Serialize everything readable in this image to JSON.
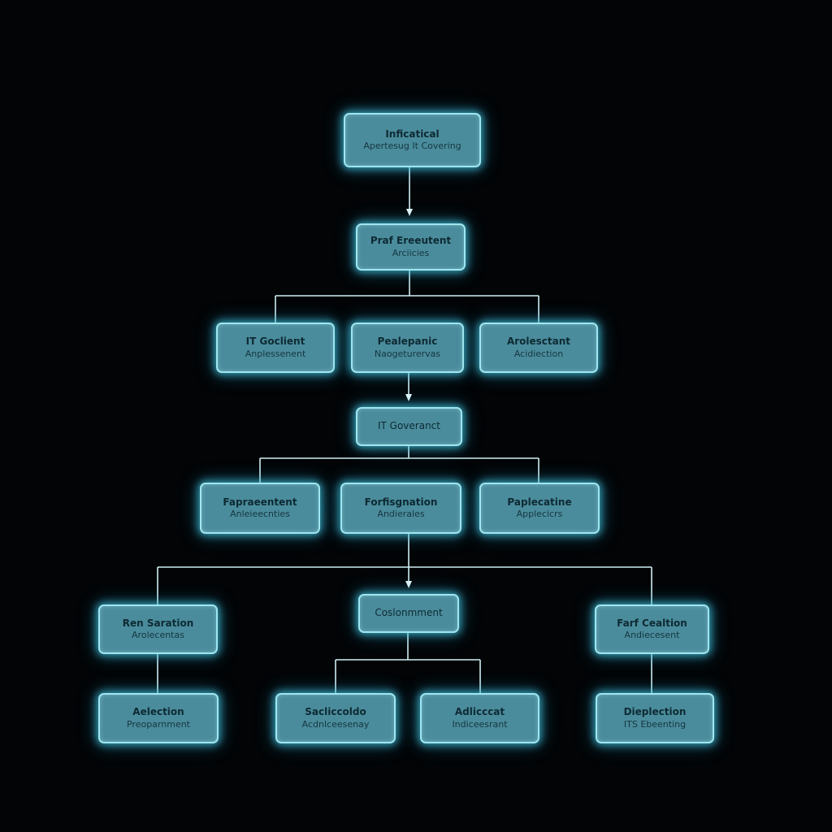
{
  "diagram": {
    "colors": {
      "background": "#020406",
      "node_fill": "#4a8c9c",
      "node_border": "#9fe6f0",
      "glow": "#46c8e6",
      "connector": "#cfeff4",
      "text": "#0e2a33"
    },
    "nodes": {
      "root": {
        "line1": "Inficatical",
        "line2": "Apertesug It Covering"
      },
      "level2": {
        "line1": "Praf Ereeutent",
        "line2": "Arciicies"
      },
      "l3_left": {
        "line1": "IT Goclient",
        "line2": "Anplessenent"
      },
      "l3_mid": {
        "line1": "Pealepanic",
        "line2": "Naogeturervas"
      },
      "l3_right": {
        "line1": "Arolesctant",
        "line2": "Acidiection"
      },
      "governance": {
        "line1": "IT Goveranct"
      },
      "l5_left": {
        "line1": "Fapraeentent",
        "line2": "Anleieecnties"
      },
      "l5_mid": {
        "line1": "Forfisgnation",
        "line2": "Andierales"
      },
      "l5_right": {
        "line1": "Paplecatine",
        "line2": "Applecicrs"
      },
      "l6_left": {
        "line1": "Ren Saration",
        "line2": "Arolecentas"
      },
      "l6_mid": {
        "line1": "Coslonmment"
      },
      "l6_right": {
        "line1": "Farf Cealtion",
        "line2": "Andiecesent"
      },
      "l7_1": {
        "line1": "Aelection",
        "line2": "Preoparnment"
      },
      "l7_2": {
        "line1": "Sacliccoldo",
        "line2": "Acdnlceesenay"
      },
      "l7_3": {
        "line1": "Adlicccat",
        "line2": "Indiceesrant"
      },
      "l7_4": {
        "line1": "Dieplection",
        "line2": "ITS Ebeenting"
      }
    }
  }
}
